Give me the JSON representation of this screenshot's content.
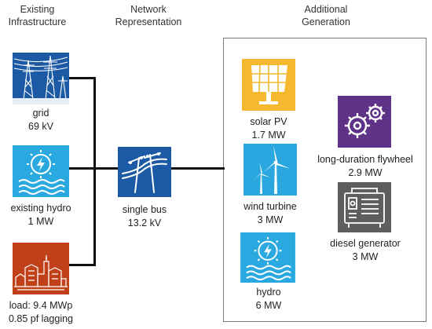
{
  "headers": {
    "existing": "Existing\nInfrastructure",
    "network": "Network\nRepresentation",
    "additional": "Additional\nGeneration"
  },
  "nodes": {
    "grid": {
      "name": "grid",
      "rating": "69 kV",
      "color": "#1c5aa6"
    },
    "existing_hydro": {
      "name": "existing hydro",
      "rating": "1 MW",
      "color": "#29a9e0"
    },
    "load": {
      "name": "load: 9.4 MWp",
      "rating": "0.85 pf lagging",
      "color": "#c0401a"
    },
    "bus": {
      "name": "single bus",
      "rating": "13.2 kV",
      "color": "#1c5aa6"
    },
    "solar": {
      "name": "solar PV",
      "rating": "1.7 MW",
      "color": "#f4b92e"
    },
    "wind": {
      "name": "wind turbine",
      "rating": "3 MW",
      "color": "#2aa7df"
    },
    "hydro": {
      "name": "hydro",
      "rating": "6 MW",
      "color": "#29a9e0"
    },
    "flywheel": {
      "name": "long-duration flywheel",
      "rating": "2.9 MW",
      "color": "#5e3286"
    },
    "diesel": {
      "name": "diesel generator",
      "rating": "3 MW",
      "color": "#5e5e5e"
    }
  },
  "icons": {
    "grid": "transmission-tower-icon",
    "existing_hydro": "hydro-wave-icon",
    "load": "city-icon",
    "bus": "power-pole-icon",
    "solar": "solar-panel-icon",
    "wind": "wind-turbine-icon",
    "hydro": "hydro-wave-icon",
    "flywheel": "gears-icon",
    "diesel": "generator-icon"
  }
}
